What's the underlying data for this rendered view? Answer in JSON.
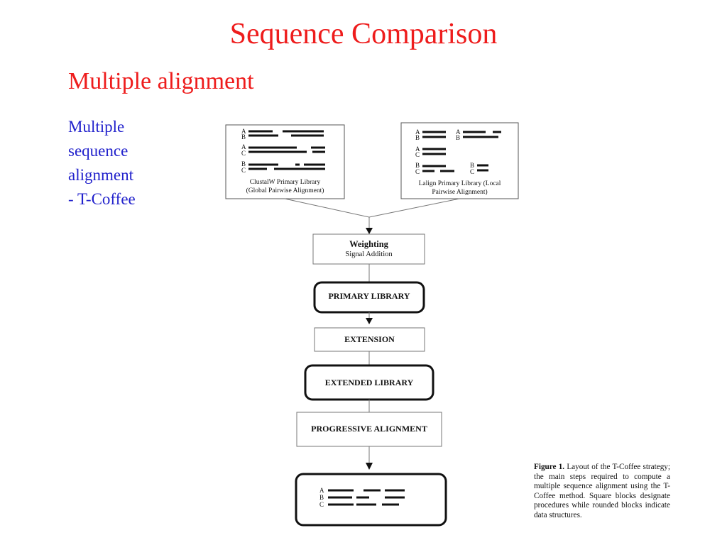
{
  "slide": {
    "title": "Sequence Comparison",
    "subtitle": "Multiple alignment",
    "bullet": "Multiple\nsequence\nalignment\n- T-Coffee"
  },
  "figure": {
    "clustal_library": {
      "line1": "ClustalW Primary Library",
      "line2": "(Global Pairwise Alignment)"
    },
    "lalign_library": {
      "line1": "Lalign Primary Library (Local",
      "line2": "Pairwise Alignment)"
    },
    "weighting": {
      "title": "Weighting",
      "sub": "Signal Addition"
    },
    "primary_library": "PRIMARY LIBRARY",
    "extension": "EXTENSION",
    "extended_library": "EXTENDED LIBRARY",
    "progressive_alignment": "PROGRESSIVE ALIGNMENT",
    "seq_letters": {
      "a": "A",
      "b": "B",
      "c": "C"
    },
    "caption": {
      "label": "Figure 1.",
      "text": " Layout of the T-Coffee strategy; the main steps required to compute a multiple sequence alignment using the T-Coffee method. Square blocks designate procedures while rounded blocks indicate data structures."
    }
  }
}
